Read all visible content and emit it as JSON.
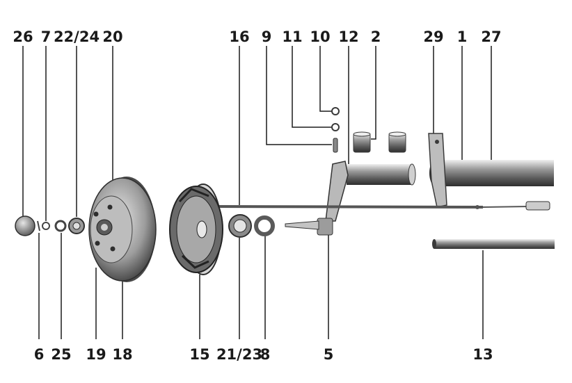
{
  "labels_top": [
    "26",
    "7",
    "22/24",
    "20",
    "16",
    "9",
    "11",
    "10",
    "12",
    "2",
    "29",
    "1",
    "27"
  ],
  "labels_bottom": [
    "6",
    "25",
    "19",
    "18",
    "15",
    "21/23",
    "8",
    "5",
    "13"
  ],
  "colors": {
    "ink": "#1a1a1a",
    "metal_dark": "#3a3a3a",
    "metal_mid": "#8a8a8a",
    "metal_light": "#d8d8d8",
    "background": "#ffffff"
  }
}
